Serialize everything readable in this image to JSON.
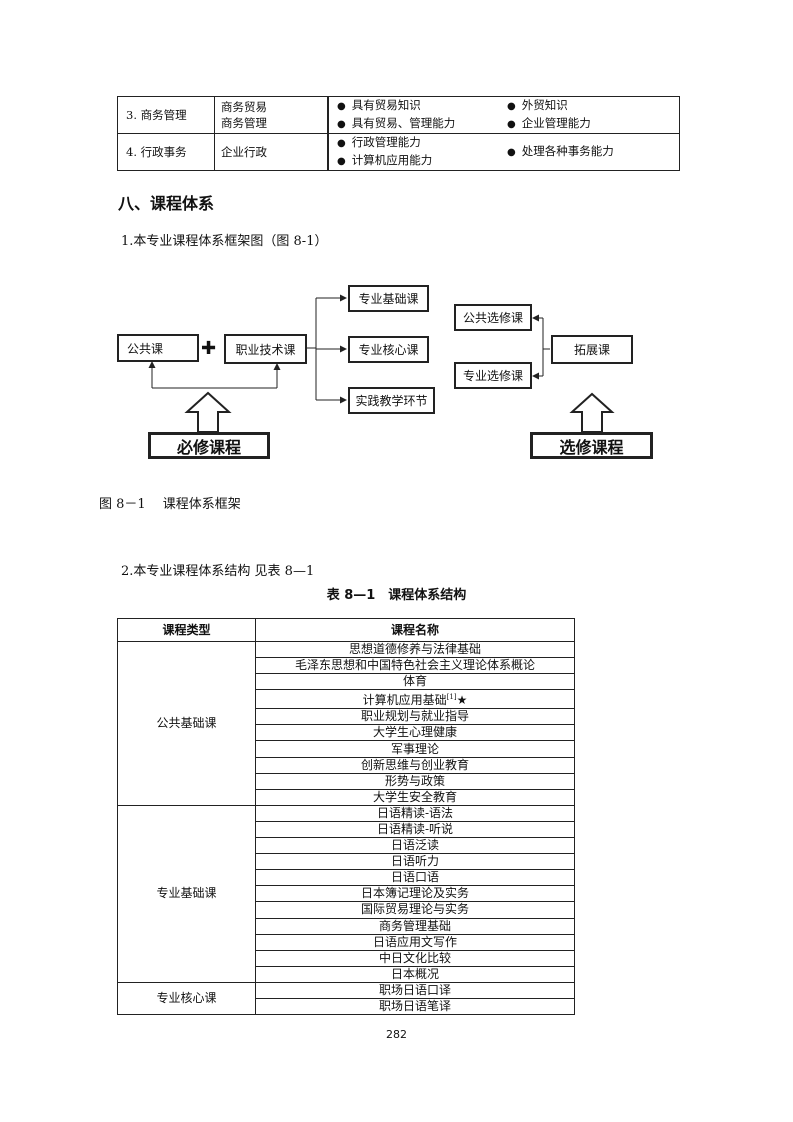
{
  "top_table": {
    "rows": [
      {
        "num_label": "3.  商务管理",
        "positions": [
          "商务贸易",
          "商务管理"
        ],
        "abilities": [
          "具有贸易知识",
          "外贸知识",
          "具有贸易、管理能力",
          "企业管理能力"
        ]
      },
      {
        "num_label": "4.  行政事务",
        "positions": [
          "企业行政"
        ],
        "abilities_col1": [
          "行政管理能力",
          "计算机应用能力"
        ],
        "abilities_col2": [
          "处理各种事务能力"
        ]
      }
    ]
  },
  "section_heading": "八、课程体系",
  "para1": "1.本专业课程体系框架图（图 8-1）",
  "diagram": {
    "gongkeke": "公共课",
    "zhiye": "职业技术课",
    "zhuanye_jichu": "专业基础课",
    "zhuanye_hexin": "专业核心课",
    "shijian": "实践教学环节",
    "gonggong_xuanxiu": "公共选修课",
    "zhuanye_xuanxiu": "专业选修课",
    "tuozhan": "拓展课",
    "bixiu": "必修课程",
    "xuanxiu": "选修课程"
  },
  "fig_caption": "图 8－1　 课程体系框架",
  "para2": "2.本专业课程体系结构  见表 8—1",
  "table_caption": "表 8—1　课程体系结构",
  "course_table": {
    "header_type": "课程类型",
    "header_name": "课程名称",
    "groups": [
      {
        "type": "公共基础课",
        "courses": [
          "思想道德修养与法律基础",
          "毛泽东思想和中国特色社会主义理论体系概论",
          "体育",
          "计算机应用基础",
          "职业规划与就业指导",
          "大学生心理健康",
          "军事理论",
          "创新思维与创业教育",
          "形势与政策",
          "大学生安全教育"
        ]
      },
      {
        "type": "专业基础课",
        "courses": [
          "日语精读-语法",
          "日语精读-听说",
          "日语泛读",
          "日语听力",
          "日语口语",
          "日本簿记理论及实务",
          "国际贸易理论与实务",
          "商务管理基础",
          "日语应用文写作",
          "中日文化比较",
          "日本概况"
        ]
      },
      {
        "type": "专业核心课",
        "courses": [
          "职场日语口译",
          "职场日语笔译"
        ]
      }
    ],
    "computer_mark_sup": "[1]",
    "computer_mark_star": "★"
  },
  "page_number": "282"
}
